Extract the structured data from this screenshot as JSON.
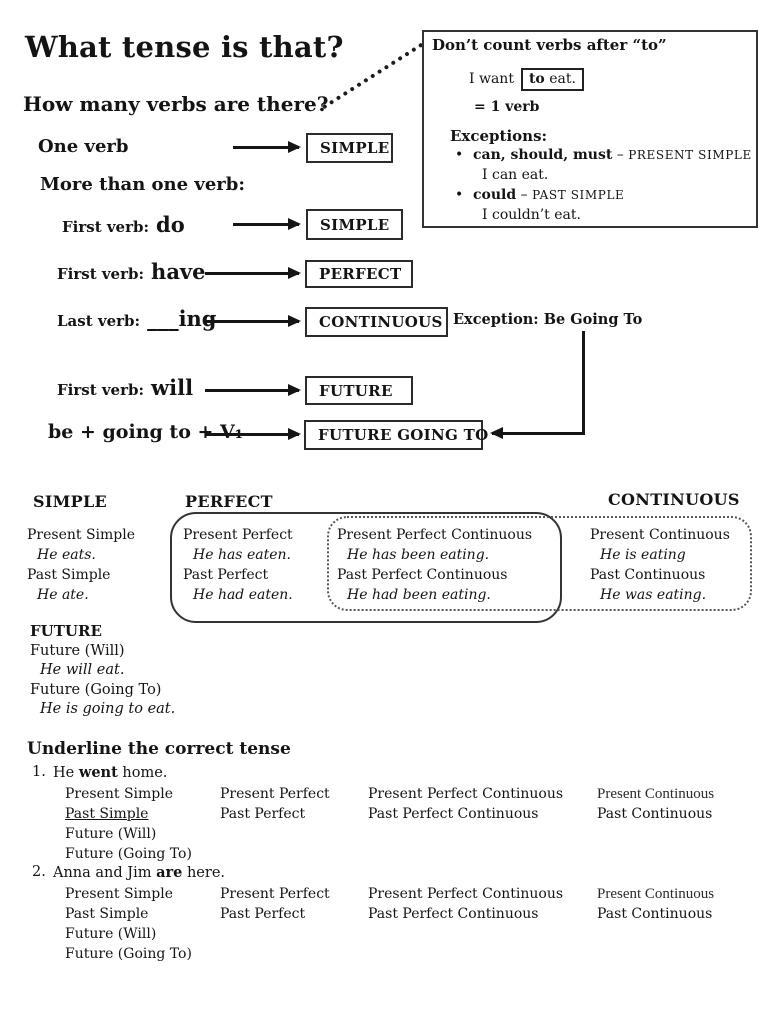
{
  "title": "What tense is that?",
  "subtitle": "How many verbs are there?",
  "note_box": {
    "title": "Don’t count verbs after “to”",
    "example_prefix": "I want",
    "boxed_bold": "to",
    "boxed_rest": " eat.",
    "equals": "= 1 verb",
    "exceptions_label": "Exceptions:",
    "bullets": [
      {
        "bold": "can, should, must",
        "dash": " – ",
        "caps": "PRESENT SIMPLE",
        "example": "I can eat."
      },
      {
        "bold": "could",
        "dash": " – ",
        "caps": "PAST SIMPLE",
        "example": "I couldn’t eat."
      }
    ]
  },
  "flow": {
    "one_verb": {
      "label": "One verb",
      "box": "SIMPLE"
    },
    "more_label": "More than one verb:",
    "do": {
      "prefix": "First verb:",
      "verb": "do",
      "box": "SIMPLE"
    },
    "have": {
      "prefix": "First verb:",
      "verb": "have",
      "box": "PERFECT"
    },
    "ing": {
      "prefix": "Last verb:",
      "verb": "___ing",
      "box": "CONTINUOUS"
    },
    "will": {
      "prefix": "First verb:",
      "verb": "will",
      "box": "FUTURE"
    },
    "going_to": {
      "verb": "be + going to + V₁",
      "box": "FUTURE GOING TO"
    },
    "exception": "Exception: Be Going To"
  },
  "tense_table": {
    "headers": {
      "simple": "SIMPLE",
      "perfect": "PERFECT",
      "continuous": "CONTINUOUS"
    },
    "col1": [
      "Present Simple",
      "He eats.",
      "Past Simple",
      "He ate."
    ],
    "col2": [
      "Present Perfect",
      "He has eaten.",
      "Past Perfect",
      "He had eaten."
    ],
    "col3": [
      "Present Perfect Continuous",
      "He has been eating.",
      "Past Perfect Continuous",
      "He had been eating."
    ],
    "col4": [
      "Present Continuous",
      "He is eating",
      "Past Continuous",
      "He was eating."
    ]
  },
  "future_block": {
    "header": "FUTURE",
    "lines": [
      "Future (Will)",
      "He will eat.",
      "Future (Going To)",
      "He is going to eat."
    ]
  },
  "exercise": {
    "heading": "Underline the correct tense",
    "items": [
      {
        "number": "1.",
        "sentence_pre": "He ",
        "sentence_bold": "went",
        "sentence_post": " home.",
        "underlined_option": "Past Simple",
        "col1": [
          "Present Simple",
          "Past Simple",
          "Future (Will)",
          "Future (Going To)"
        ],
        "col2": [
          "Present Perfect",
          "Past Perfect"
        ],
        "col3": [
          "Present Perfect Continuous",
          "Past Perfect Continuous"
        ],
        "col4": [
          "Present Continuous",
          "Past Continuous"
        ]
      },
      {
        "number": "2.",
        "sentence_pre": "Anna and Jim ",
        "sentence_bold": "are",
        "sentence_post": " here.",
        "underlined_option": "",
        "col1": [
          "Present Simple",
          "Past Simple",
          "Future (Will)",
          "Future (Going To)"
        ],
        "col2": [
          "Present Perfect",
          "Past Perfect"
        ],
        "col3": [
          "Present Perfect Continuous",
          "Past Perfect Continuous"
        ],
        "col4": [
          "Present Continuous",
          "Past Continuous"
        ]
      }
    ]
  }
}
